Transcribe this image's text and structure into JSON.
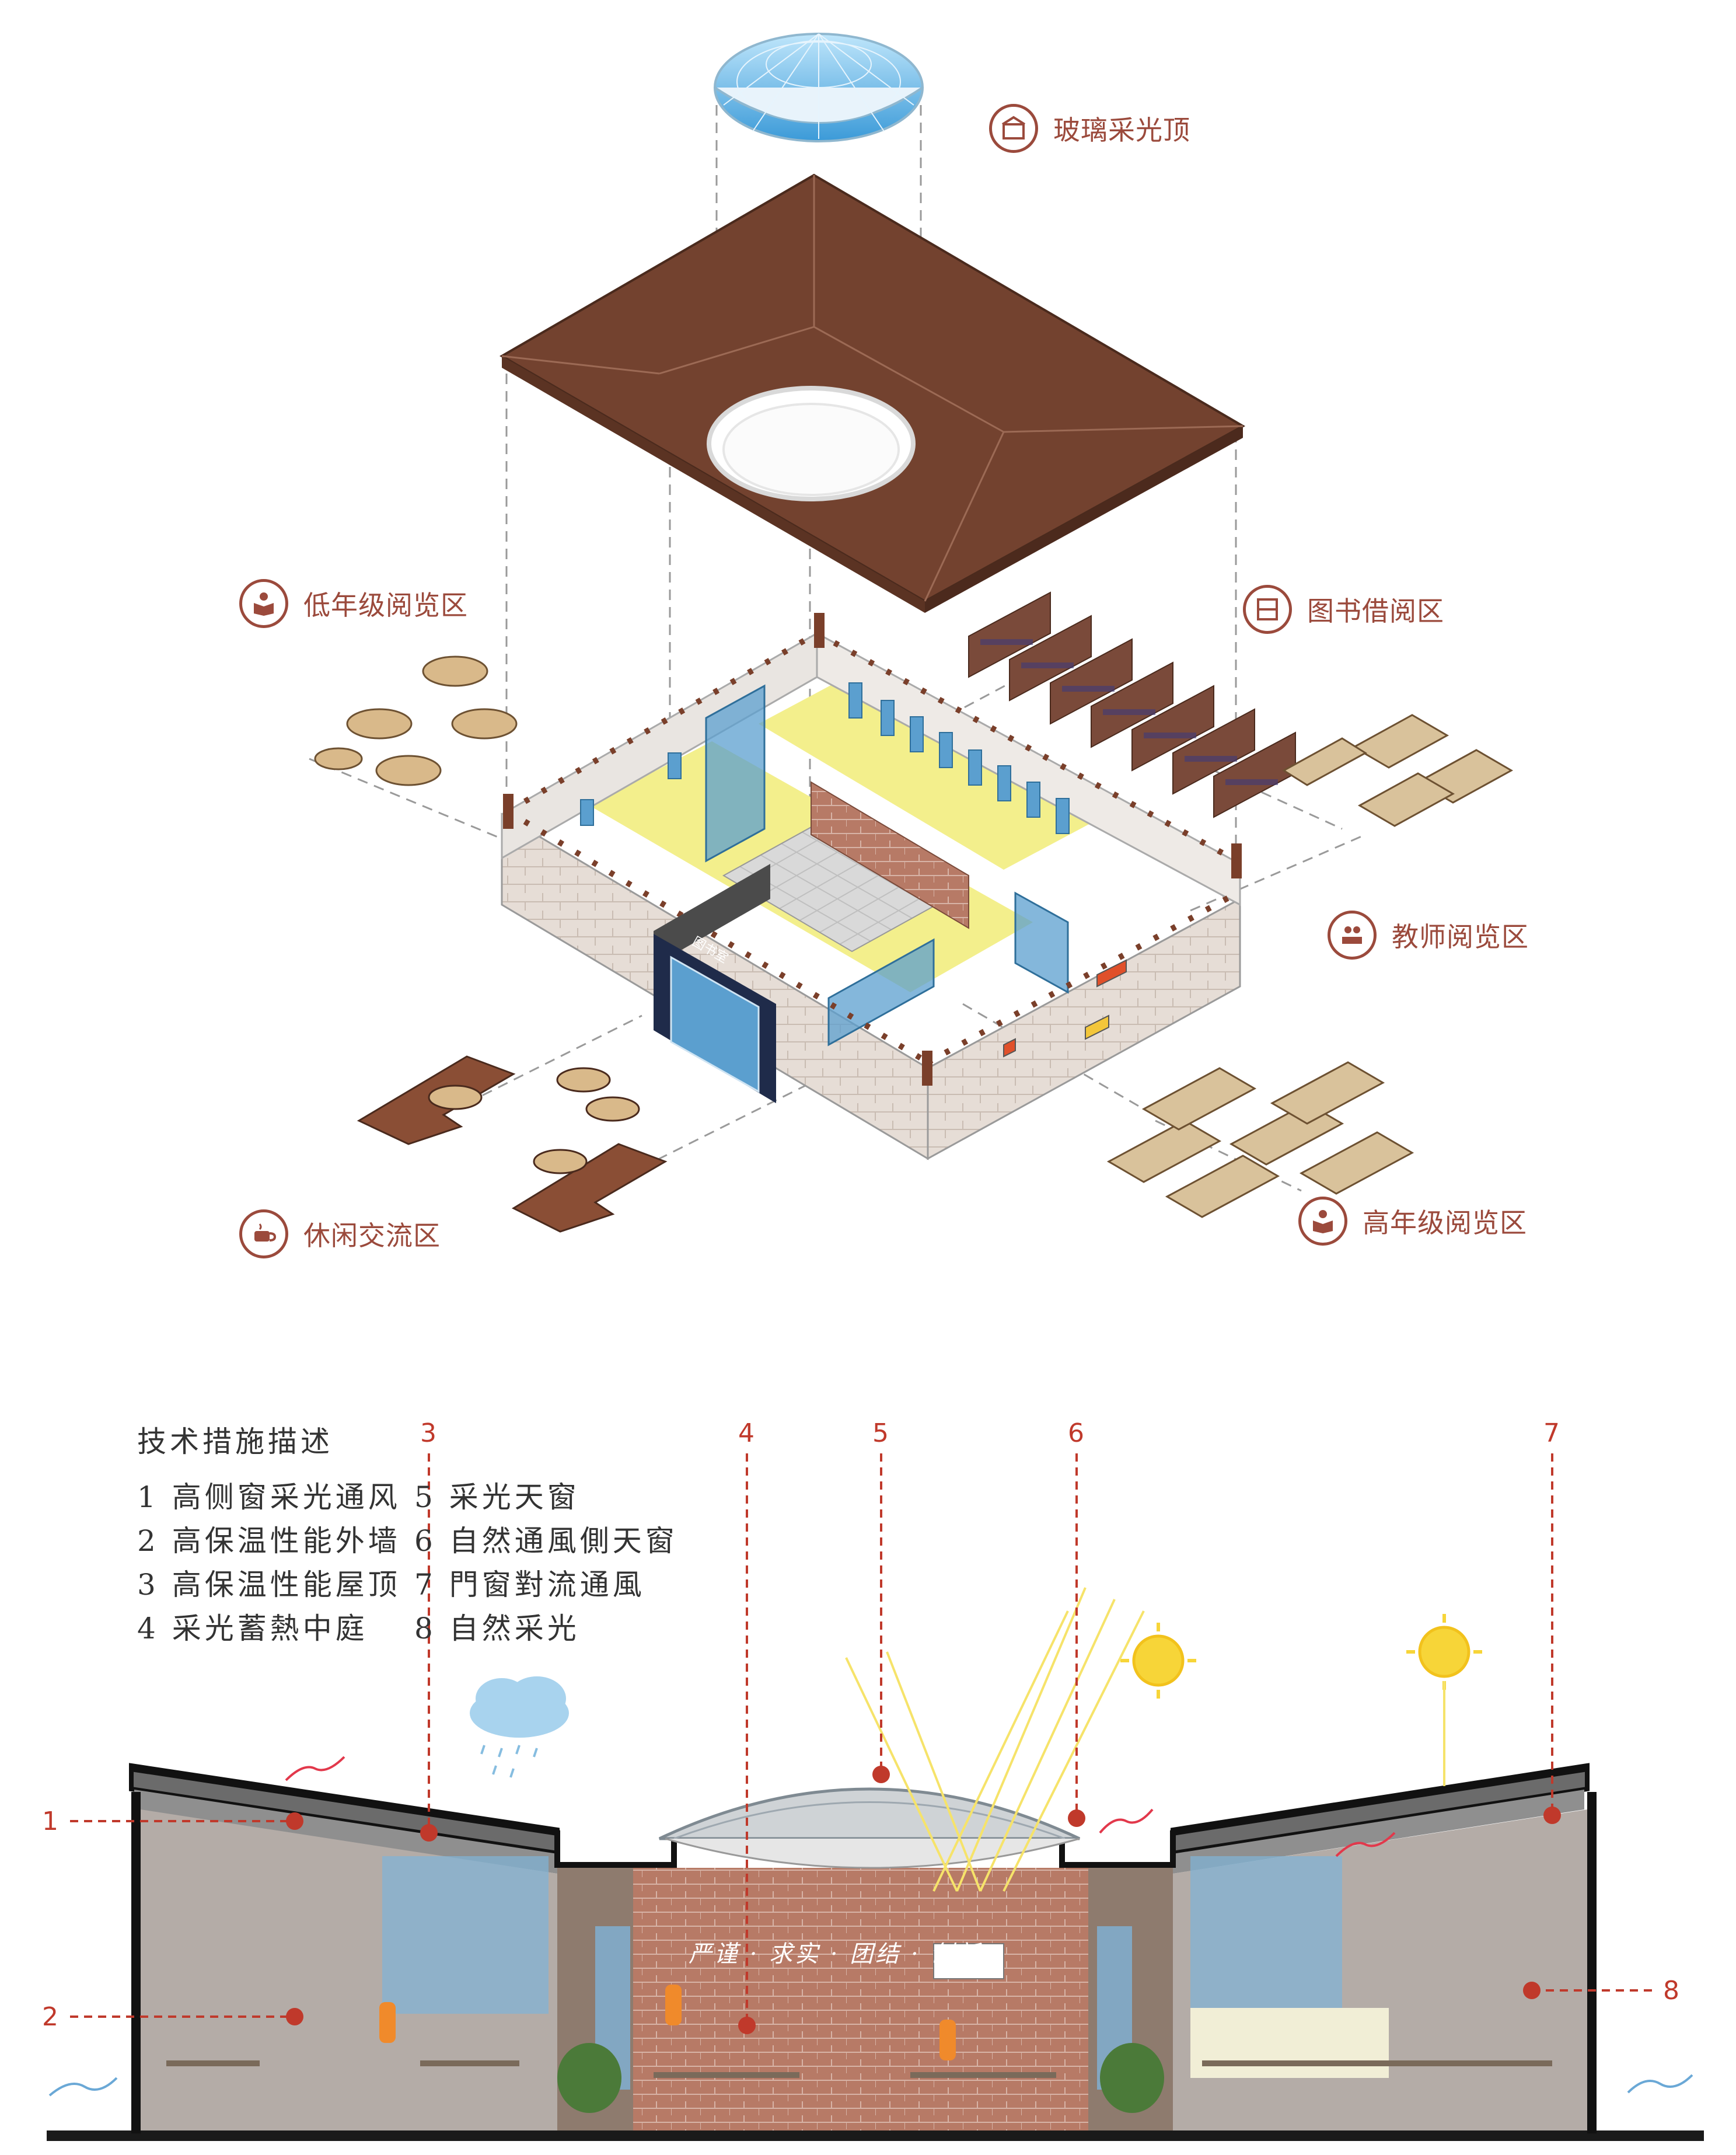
{
  "exploded_view": {
    "components": [
      {
        "id": "skylight",
        "label": "玻璃采光顶"
      },
      {
        "id": "lower-reading",
        "label": "低年级阅览区"
      },
      {
        "id": "book-lending",
        "label": "图书借阅区"
      },
      {
        "id": "teacher-reading",
        "label": "教师阅览区"
      },
      {
        "id": "leisure",
        "label": "休闲交流区"
      },
      {
        "id": "upper-reading",
        "label": "高年级阅览区"
      }
    ],
    "building_sign": "图书室",
    "wall_slogan": "严谨 · 求实 · 团结 · 创新"
  },
  "section_view": {
    "legend_title": "技术措施描述",
    "legend": [
      {
        "n": "1",
        "text": "1 高侧窗采光通风"
      },
      {
        "n": "2",
        "text": "2 高保温性能外墙"
      },
      {
        "n": "3",
        "text": "3 高保温性能屋顶"
      },
      {
        "n": "4",
        "text": "4 采光蓄熱中庭"
      },
      {
        "n": "5",
        "text": "5 采光天窗"
      },
      {
        "n": "6",
        "text": "6 自然通風側天窗"
      },
      {
        "n": "7",
        "text": "7 門窗對流通風"
      },
      {
        "n": "8",
        "text": "8 自然采光"
      }
    ],
    "markers": [
      "1",
      "2",
      "3",
      "4",
      "5",
      "6",
      "7",
      "8"
    ]
  },
  "colors": {
    "accent": "#9b4a3c",
    "marker": "#c0392b",
    "roof": "#73422f",
    "floor": "#f3ef8c",
    "glass": "#5b9fcf",
    "brick": "#a96a55"
  }
}
